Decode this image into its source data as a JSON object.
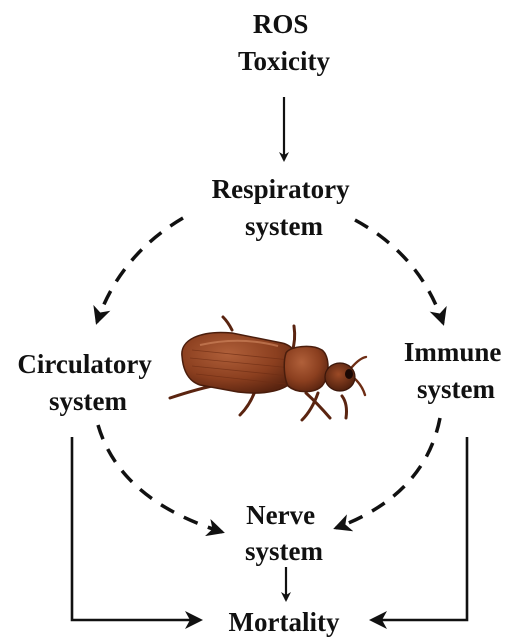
{
  "nodes": {
    "ros_toxicity": {
      "lines": [
        "ROS",
        "Toxicity"
      ]
    },
    "respiratory": {
      "lines": [
        "Respiratory",
        "system"
      ]
    },
    "circulatory": {
      "lines": [
        "Circulatory",
        "system"
      ]
    },
    "immune": {
      "lines": [
        "Immune",
        "system"
      ]
    },
    "nerve": {
      "lines": [
        "Nerve",
        "system"
      ]
    },
    "mortality": {
      "lines": [
        "Mortality"
      ]
    }
  },
  "edges": [
    {
      "from": "ros_toxicity",
      "to": "respiratory",
      "style": "solid"
    },
    {
      "from": "respiratory",
      "to": "circulatory",
      "style": "dashed"
    },
    {
      "from": "respiratory",
      "to": "immune",
      "style": "dashed"
    },
    {
      "from": "circulatory",
      "to": "nerve",
      "style": "dashed"
    },
    {
      "from": "immune",
      "to": "nerve",
      "style": "dashed"
    },
    {
      "from": "nerve",
      "to": "mortality",
      "style": "solid"
    },
    {
      "from": "circulatory",
      "to": "mortality",
      "style": "solid"
    },
    {
      "from": "immune",
      "to": "mortality",
      "style": "solid"
    }
  ],
  "center_image": {
    "subject": "beetle-illustration"
  },
  "colors": {
    "ink": "#111111",
    "beetle_body": "#8b3f1f",
    "beetle_dark": "#5a2410",
    "beetle_light": "#b0603a"
  }
}
